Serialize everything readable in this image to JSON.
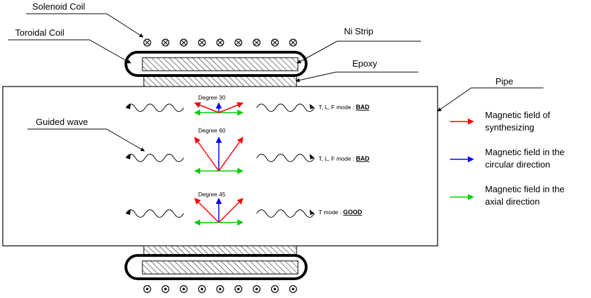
{
  "labels": {
    "solenoid_coil": "Solenoid Coil",
    "toroidal_coil": "Toroidal Coil",
    "ni_strip": "Ni Strip",
    "epoxy": "Epoxy",
    "pipe": "Pipe",
    "guided_wave": "Guided wave"
  },
  "rows": [
    {
      "degree": "Degree 30",
      "mode_text": "T, L, F mode : ",
      "verdict": "BAD"
    },
    {
      "degree": "Degree 60",
      "mode_text": "T, L, F mode : ",
      "verdict": "BAD"
    },
    {
      "degree": "Degree 45",
      "mode_text": "T mode : ",
      "verdict": "GOOD"
    }
  ],
  "legend": [
    {
      "color": "#ff0000",
      "line1": "Magnetic field of",
      "line2": "synthesizing"
    },
    {
      "color": "#0000ff",
      "line1": "Magnetic field in the",
      "line2": "circular direction"
    },
    {
      "color": "#00d000",
      "line1": "Magnetic field in the",
      "line2": "axial direction"
    }
  ],
  "colors": {
    "synthesizing": "#ff0000",
    "circular": "#0000ff",
    "axial": "#00d000"
  },
  "icons": {
    "coil_top": "cross-in-circle",
    "coil_bottom": "dot-in-circle"
  }
}
